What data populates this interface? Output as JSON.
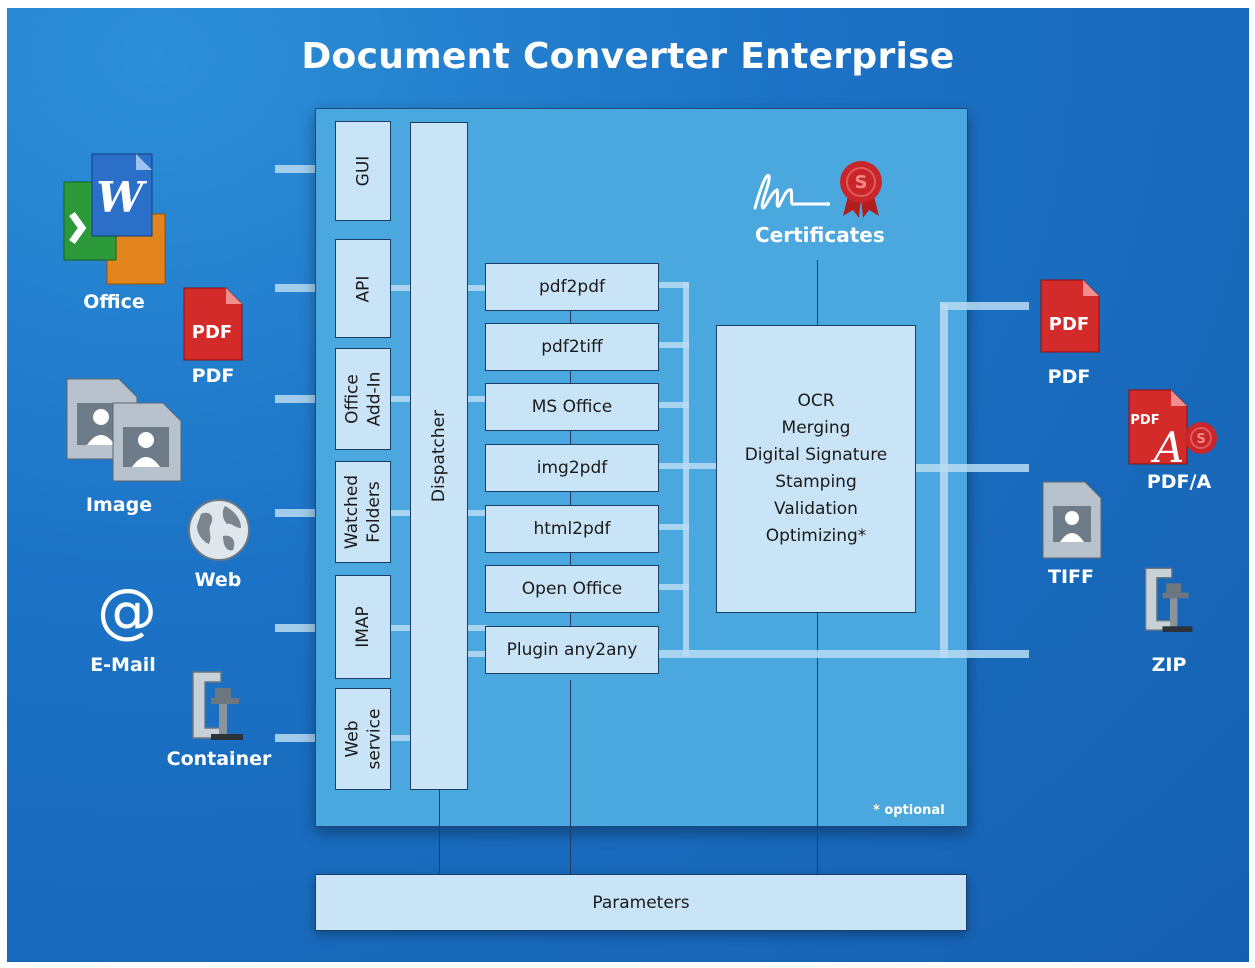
{
  "title": "Document Converter Enterprise",
  "inputs": {
    "office": "Office",
    "pdf": "PDF",
    "image": "Image",
    "web": "Web",
    "email": "E-Mail",
    "container": "Container"
  },
  "interfaces": {
    "gui": "GUI",
    "api": "API",
    "office_addin": "Office\nAdd-In",
    "watched_folders": "Watched\nFolders",
    "imap": "IMAP",
    "web_service": "Web\nservice"
  },
  "dispatcher": "Dispatcher",
  "converters": [
    "pdf2pdf",
    "pdf2tiff",
    "MS Office",
    "img2pdf",
    "html2pdf",
    "Open Office",
    "Plugin any2any"
  ],
  "operations": [
    "OCR",
    "Merging",
    "Digital Signature",
    "Stamping",
    "Validation",
    "Optimizing*"
  ],
  "certificates": "Certificates",
  "optional_note": "* optional",
  "parameters": "Parameters",
  "outputs": {
    "pdf": "PDF",
    "pdfa": "PDF/A",
    "tiff": "TIFF",
    "zip": "ZIP"
  },
  "icon_texts": {
    "pdf_badge": "PDF"
  },
  "colors": {
    "background": "#1c73c6",
    "panel": "#4aa8df",
    "box": "#c9e4f6",
    "connector": "#b8dcf2",
    "pdf_red": "#d32a2a"
  }
}
